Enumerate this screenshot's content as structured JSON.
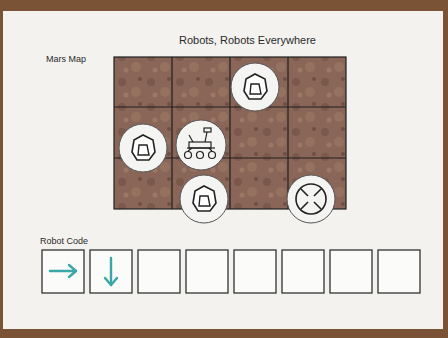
{
  "diagram": {
    "title": "Robots, Robots Everywhere",
    "labels": [
      "Mars Map",
      "Robot Code"
    ]
  }
}
